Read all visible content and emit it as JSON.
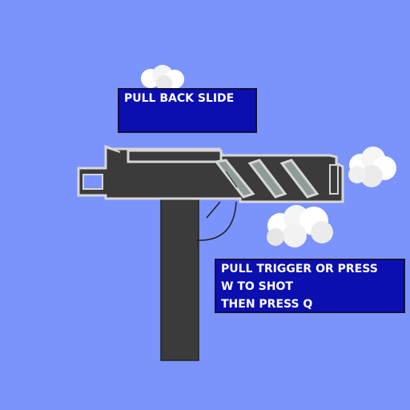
{
  "instructions": {
    "slide_label": "PULL BACK SLIDE",
    "trigger_lines": [
      "PULL TRIGGER OR PRESS",
      "W TO SHOT",
      "THEN PRESS Q"
    ]
  },
  "colors": {
    "background": "#7b93fc",
    "label_bg": "#0b0fb0",
    "label_text": "#ffffff",
    "gun_body": "#3b3b3b",
    "gun_outline": "#d7d7d7",
    "vent": "#8f9c95",
    "smoke": "#ffffff"
  },
  "icons": {
    "gun": "submachine-gun-sprite",
    "smoke": "smoke-puff"
  }
}
